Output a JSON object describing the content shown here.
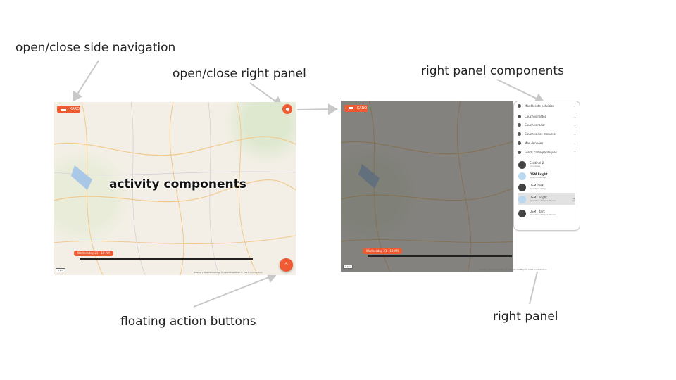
{
  "annotations": {
    "side_nav": "open/close side navigation",
    "right_panel_toggle": "open/close right panel",
    "right_panel_components": "right panel components",
    "activity_components": "activity components",
    "fab": "floating action buttons",
    "right_panel": "right panel"
  },
  "app": {
    "menu_label": "KARO",
    "date_chip": "Wednesday 21 · 10 AM",
    "attribution": "Leaflet | OpenStreetMap © OpenStreetMap © 2017 contributors",
    "scale": "5 km",
    "fab_icon": "chevron-up-icon",
    "colors": {
      "accent": "#ef5a32",
      "overlay": "#3a3a3a"
    }
  },
  "right_panel": {
    "rows": [
      {
        "label": "Modèles de prévision",
        "icon": "globe-icon"
      },
      {
        "label": "Couches météo",
        "icon": "cloud-icon"
      },
      {
        "label": "Couches radar",
        "icon": "radar-icon"
      },
      {
        "label": "Couches des mesures",
        "icon": "pin-icon"
      },
      {
        "label": "Mes données",
        "icon": "location-icon"
      },
      {
        "label": "Fonds cartographiques",
        "icon": "map-icon"
      }
    ],
    "basemaps": [
      {
        "name": "Sentinel 2",
        "sub": "CloudLess",
        "thumb": "dark"
      },
      {
        "name": "OSM Bright",
        "sub": "OpenStreetMap",
        "thumb": "light"
      },
      {
        "name": "OSM Dark",
        "sub": "OpenStreetMap",
        "thumb": "dark"
      },
      {
        "name": "OSMT bright",
        "sub": "OpenStreetMap & Terrain",
        "thumb": "light"
      },
      {
        "name": "OSMT dark",
        "sub": "OpenStreetMap & Terrain",
        "thumb": "dark"
      }
    ]
  }
}
